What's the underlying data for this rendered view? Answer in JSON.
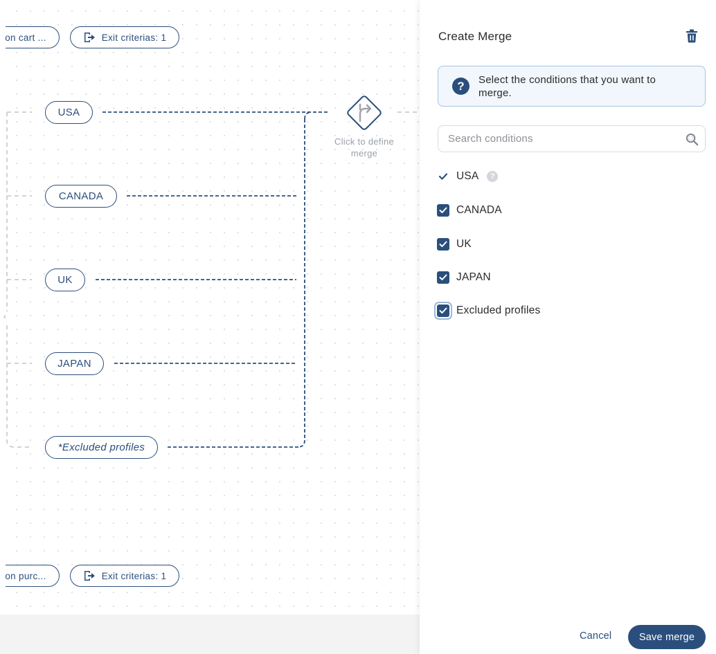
{
  "canvas": {
    "top_cart_label": "on cart ...",
    "top_exit_label": "Exit criterias: 1",
    "bottom_purchase_label": "on purc...",
    "bottom_exit_label": "Exit criterias: 1",
    "branches": [
      {
        "label": "USA"
      },
      {
        "label": "CANADA"
      },
      {
        "label": "UK"
      },
      {
        "label": "JAPAN"
      },
      {
        "label": "*Excluded profiles"
      }
    ],
    "merge_caption": "Click to define merge",
    "collapse_glyph": "‹"
  },
  "panel": {
    "title": "Create Merge",
    "info_text": "Select the conditions that you want to merge.",
    "search_placeholder": "Search conditions",
    "conditions": [
      {
        "label": "USA",
        "checked": true,
        "locked": true
      },
      {
        "label": "CANADA",
        "checked": true
      },
      {
        "label": "UK",
        "checked": true
      },
      {
        "label": "JAPAN",
        "checked": true
      },
      {
        "label": "Excluded profiles",
        "checked": true
      }
    ],
    "cancel_label": "Cancel",
    "save_label": "Save merge"
  },
  "colors": {
    "primary": "#2a4f7c",
    "info_bg": "#f1f7fd",
    "info_border": "#a8c4de",
    "dashed_gray": "#c4c4c4"
  }
}
